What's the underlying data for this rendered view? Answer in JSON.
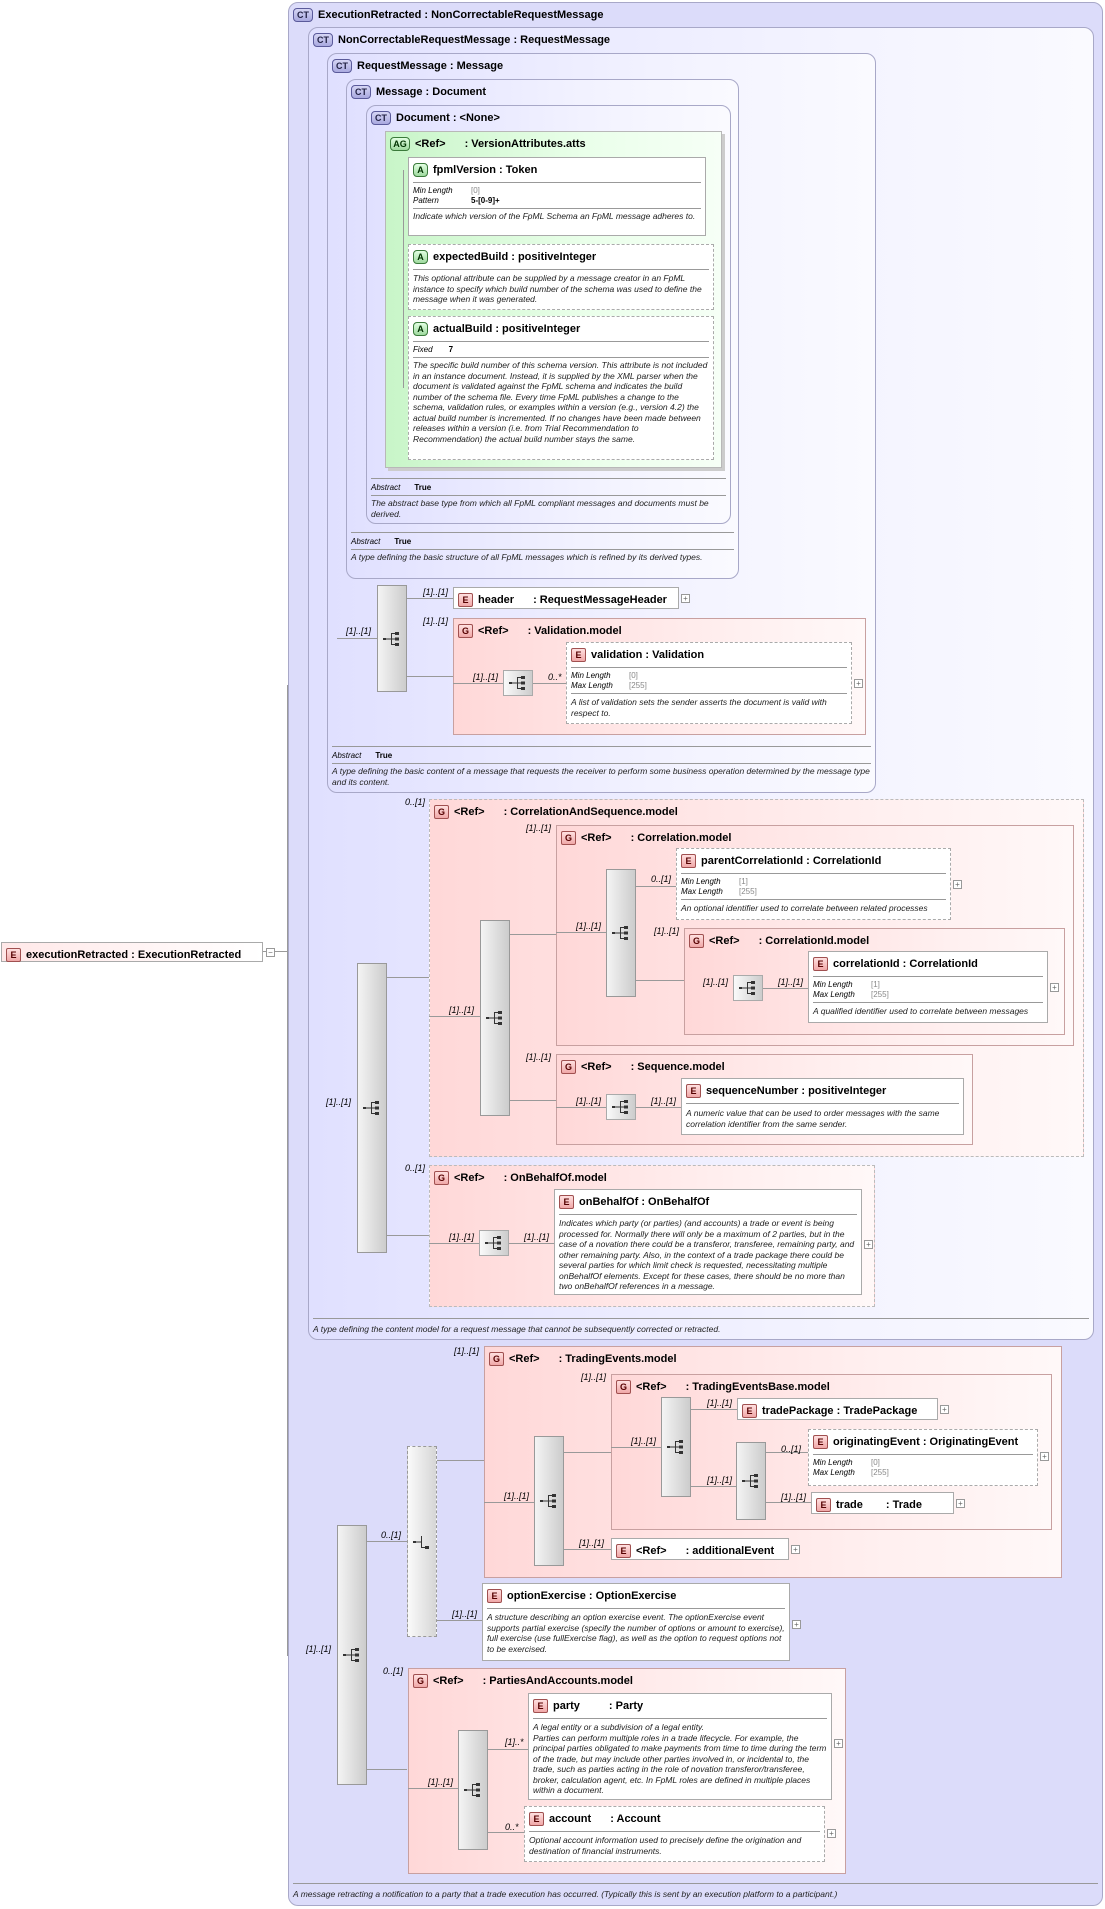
{
  "root": {
    "tag": "E",
    "name": "executionRetracted : ExecutionRetracted"
  },
  "ct": [
    {
      "tag": "CT",
      "title": "ExecutionRetracted : NonCorrectableRequestMessage",
      "desc": "A message retracting a notification to a party that a trade execution has occurred. (Typically this is sent by an execution platform to a participant.)"
    },
    {
      "tag": "CT",
      "title": "NonCorrectableRequestMessage : RequestMessage",
      "desc": "A type defining the content model for a request message that cannot be subsequently corrected or retracted."
    },
    {
      "tag": "CT",
      "title": "RequestMessage : Message",
      "abstract_label": "Abstract",
      "abstract_value": "True",
      "desc": "A type defining the basic content of a message that requests the receiver to perform some business operation determined by the message type and its content."
    },
    {
      "tag": "CT",
      "title": "Message : Document",
      "abstract_label": "Abstract",
      "abstract_value": "True",
      "desc": "A type defining the basic structure of all FpML messages which is refined by its derived types."
    },
    {
      "tag": "CT",
      "title": "Document : <None>",
      "abstract_label": "Abstract",
      "abstract_value": "True",
      "desc": "The abstract base type from which all FpML compliant messages and documents must be derived."
    }
  ],
  "ag": {
    "tag": "AG",
    "ref": "<Ref>",
    "name": ": VersionAttributes.atts"
  },
  "attrs": [
    {
      "tag": "A",
      "name": "fpmlVersion : Token",
      "p1": "Min Length",
      "v1": "[0]",
      "p2": "Pattern",
      "v2": "5-[0-9]+",
      "desc": "Indicate which version of the FpML Schema an FpML message adheres to."
    },
    {
      "tag": "A",
      "name": "expectedBuild : positiveInteger",
      "desc": "This optional attribute can be supplied by a message creator in an FpML instance to specify which build number of the schema was used to define the message when it was generated."
    },
    {
      "tag": "A",
      "name": "actualBuild : positiveInteger",
      "p1": "Fixed",
      "v1": "7",
      "desc": "The specific build number of this schema version. This attribute is not included in an instance document. Instead, it is supplied by the XML parser when the document is validated against the FpML schema and indicates the build number of the schema file. Every time FpML publishes a change to the schema, validation rules, or examples within a version (e.g., version 4.2) the actual build number is incremented. If no changes have been made between releases within a version (i.e. from Trial Recommendation to Recommendation) the actual build number stays the same."
    }
  ],
  "header": {
    "tag": "E",
    "name": "header",
    "type": ": RequestMessageHeader",
    "card": "[1]..[1]"
  },
  "validationModel": {
    "tag": "G",
    "ref": "<Ref>",
    "name": ": Validation.model",
    "card": "[1]..[1]"
  },
  "validation": {
    "tag": "E",
    "name": "validation : Validation",
    "p1": "Min Length",
    "v1": "[0]",
    "p2": "Max Length",
    "v2": "[255]",
    "desc": "A list of validation sets the sender asserts the document is valid with respect to.",
    "card": "0..*"
  },
  "corrSeq": {
    "tag": "G",
    "ref": "<Ref>",
    "name": ": CorrelationAndSequence.model",
    "card": "0..[1]"
  },
  "corrModel": {
    "tag": "G",
    "ref": "<Ref>",
    "name": ": Correlation.model",
    "card": "[1]..[1]"
  },
  "parentCorr": {
    "tag": "E",
    "name": "parentCorrelationId : CorrelationId",
    "p1": "Min Length",
    "v1": "[1]",
    "p2": "Max Length",
    "v2": "[255]",
    "desc": "An optional identifier used to correlate between related processes",
    "card": "0..[1]"
  },
  "corrIdModel": {
    "tag": "G",
    "ref": "<Ref>",
    "name": ": CorrelationId.model",
    "card": "[1]..[1]"
  },
  "corrId": {
    "tag": "E",
    "name": "correlationId : CorrelationId",
    "p1": "Min Length",
    "v1": "[1]",
    "p2": "Max Length",
    "v2": "[255]",
    "desc": "A qualified identifier used to correlate between messages",
    "card": "[1]..[1]"
  },
  "seqModel": {
    "tag": "G",
    "ref": "<Ref>",
    "name": ": Sequence.model",
    "card": "[1]..[1]"
  },
  "seqNum": {
    "tag": "E",
    "name": "sequenceNumber : positiveInteger",
    "desc": "A numeric value that can be used to order messages with the same correlation identifier from the same sender.",
    "card": "[1]..[1]"
  },
  "obo": {
    "tag": "G",
    "ref": "<Ref>",
    "name": ": OnBehalfOf.model",
    "card": "0..[1]"
  },
  "onBehalfOf": {
    "tag": "E",
    "name": "onBehalfOf : OnBehalfOf",
    "desc": "Indicates which party (or parties) (and accounts) a trade or event is being processed for. Normally there will only be a maximum of 2 parties, but in the case of a novation there could be a transferor, transferee, remaining party, and other remaining party. Also, in the context of a trade package there could be several parties for which limit check is requested, necessitating multiple onBehalfOf elements. Except for these cases, there should be no more than two onBehalfOf references in a message.",
    "card": "[1]..[1]"
  },
  "tradingEvents": {
    "tag": "G",
    "ref": "<Ref>",
    "name": ": TradingEvents.model",
    "card": "[1]..[1]"
  },
  "tradingEventsBase": {
    "tag": "G",
    "ref": "<Ref>",
    "name": ": TradingEventsBase.model",
    "card": "[1]..[1]"
  },
  "tradePackage": {
    "tag": "E",
    "name": "tradePackage : TradePackage",
    "card": "[1]..[1]"
  },
  "originatingEvent": {
    "tag": "E",
    "name": "originatingEvent : OriginatingEvent",
    "p1": "Min Length",
    "v1": "[0]",
    "p2": "Max Length",
    "v2": "[255]",
    "card": "0..[1]"
  },
  "trade": {
    "tag": "E",
    "name": "trade",
    "type": ": Trade",
    "card": "[1]..[1]"
  },
  "additionalEvent": {
    "tag": "E",
    "name": "<Ref>",
    "type": ": additionalEvent",
    "card": "[1]..[1]"
  },
  "optionExercise": {
    "tag": "E",
    "name": "optionExercise : OptionExercise",
    "desc": "A structure describing an option exercise event. The optionExercise event supports partial exercise (specify the number of options or amount to exercise), full exercise (use fullExercise flag), as well as the option to request options not to be exercised.",
    "card": "[1]..[1]"
  },
  "partiesModel": {
    "tag": "G",
    "ref": "<Ref>",
    "name": ": PartiesAndAccounts.model",
    "card": "0..[1]"
  },
  "party": {
    "tag": "E",
    "name": "party",
    "type": ": Party",
    "desc": "A legal entity or a subdivision of a legal entity.\nParties can perform multiple roles in a trade lifecycle. For example, the principal parties obligated to make payments from time to time during the term of the trade, but may include other parties involved in, or incidental to, the trade, such as parties acting in the role of novation transferor/transferee, broker, calculation agent, etc. In FpML roles are defined in multiple places within a document.",
    "card": "[1]..*"
  },
  "account": {
    "tag": "E",
    "name": "account",
    "type": ": Account",
    "desc": "Optional account information used to precisely define the origination and destination of financial instruments.",
    "card": "0..*"
  },
  "cards": {
    "c1": "[1]..[1]",
    "c2": "[1]..[1]",
    "c3": "[1]..[1]",
    "c4": "[1]..[1]",
    "c5": "[1]..[1]",
    "c6": "0..[1]",
    "c7": "[1]..[1]",
    "c8": "[1]..[1]",
    "c9": "[1]..[1]",
    "c10": "[1]..[1]",
    "c11": "[1]..[1]"
  }
}
